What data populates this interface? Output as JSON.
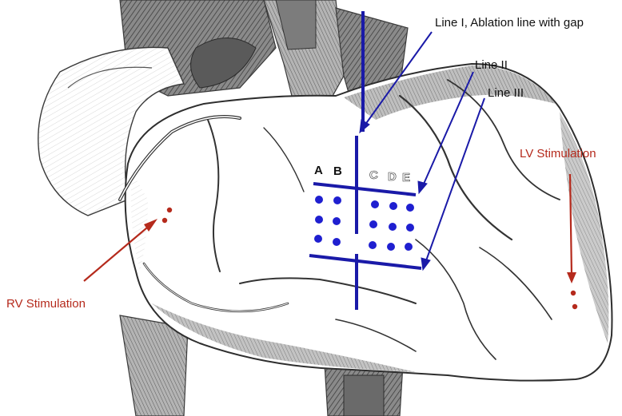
{
  "labels": {
    "line1": "Line I, Ablation line with gap",
    "line2": "Line II",
    "line3": "Line III",
    "lv": "LV Stimulation",
    "rv": "RV Stimulation"
  },
  "electrode_columns": [
    "A",
    "B",
    "C",
    "D",
    "E"
  ],
  "colors": {
    "ablation": "#1a1aa8",
    "electrode": "#1f1fd0",
    "stimulation": "#b52a1c",
    "heart_outline": "#3a3a3a",
    "shading_dark": "#6a6a6a",
    "shading_mid": "#9a9a9a",
    "shading_light": "#c8c8c8"
  }
}
